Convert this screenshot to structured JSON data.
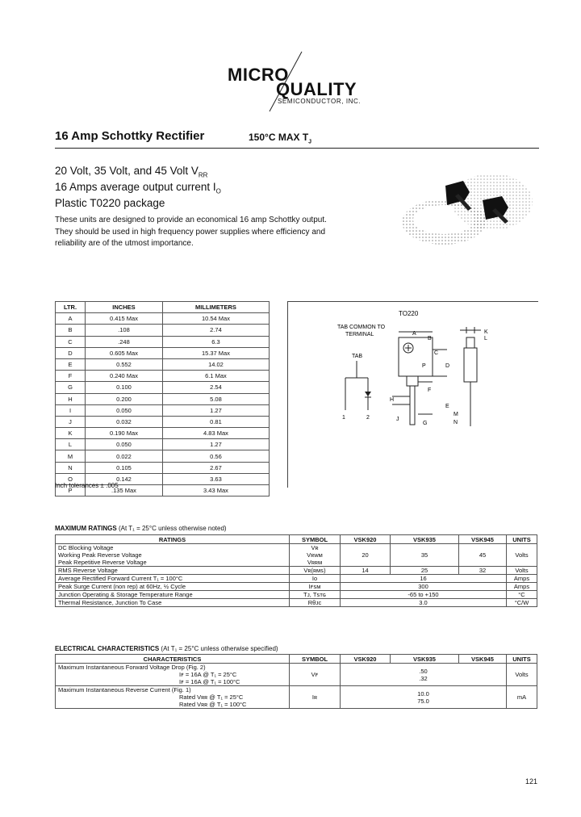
{
  "logo": {
    "line1": "MICRO",
    "line2": "QUALITY",
    "line3": "SEMICONDUCTOR, INC."
  },
  "title": "16 Amp Schottky Rectifier",
  "title_right": "150°C MAX T",
  "title_right_sub": "J",
  "features": [
    {
      "text": "20 Volt, 35 Volt, and 45 Volt V",
      "sub": "RR"
    },
    {
      "text": "16 Amps average output current I",
      "sub": "O"
    },
    {
      "text": "Plastic T0220 package",
      "sub": ""
    }
  ],
  "description": "These units are designed to provide an economical 16 amp Schottky output. They should be used in high frequency power supplies where efficiency and reliability are of the utmost importance.",
  "dim_table": {
    "headers": [
      "LTR.",
      "INCHES",
      "MILLIMETERS"
    ],
    "rows": [
      [
        "A",
        "0.415 Max",
        "10.54 Max"
      ],
      [
        "B",
        ".108",
        "2.74"
      ],
      [
        "C",
        ".248",
        "6.3"
      ],
      [
        "D",
        "0.605 Max",
        "15.37 Max"
      ],
      [
        "E",
        "0.552",
        "14.02"
      ],
      [
        "F",
        "0.240 Max",
        "6.1 Max"
      ],
      [
        "G",
        "0.100",
        "2.54"
      ],
      [
        "H",
        "0.200",
        "5.08"
      ],
      [
        "I",
        "0.050",
        "1.27"
      ],
      [
        "J",
        "0.032",
        "0.81"
      ],
      [
        "K",
        "0.190 Max",
        "4.83 Max"
      ],
      [
        "L",
        "0.050",
        "1.27"
      ],
      [
        "M",
        "0.022",
        "0.56"
      ],
      [
        "N",
        "0.105",
        "2.67"
      ],
      [
        "O",
        "0.142",
        "3.63"
      ],
      [
        "P",
        ".135 Max",
        "3.43 Max"
      ]
    ]
  },
  "tolerance": "Inch tolerances ± .005",
  "package": {
    "name": "TO220",
    "tab_label1": "TAB COMMON TO",
    "tab_label2": "TERMINAL",
    "tab": "TAB",
    "pin1": "1",
    "pin2": "2",
    "letters": [
      "A",
      "B",
      "C",
      "D",
      "E",
      "F",
      "G",
      "H",
      "J",
      "K",
      "L",
      "M",
      "N",
      "P"
    ]
  },
  "max_ratings": {
    "heading": "MAXIMUM RATINGS",
    "heading_note": "(At T₁ = 25°C unless otherwise noted)",
    "headers": [
      "RATINGS",
      "SYMBOL",
      "VSK920",
      "VSK935",
      "VSK945",
      "UNITS"
    ],
    "rows": [
      {
        "rating": "DC Blocking Voltage\nWorking Peak Reverse Voltage\nPeak Repetitive Reverse Voltage",
        "symbol": "Vʀ\nVʀᴡᴍ\nVʀʀᴍ",
        "vsk920": "20",
        "vsk935": "35",
        "vsk945": "45",
        "units": "Volts"
      },
      {
        "rating": "RMS Reverse Voltage",
        "symbol": "Vʀ(ʀᴍꜱ)",
        "vsk920": "14",
        "vsk935": "25",
        "vsk945": "32",
        "units": "Volts"
      },
      {
        "rating": "Average Rectified Forward Current T₁ = 100°C",
        "symbol": "Iᴏ",
        "span": "16",
        "units": "Amps"
      },
      {
        "rating": "Peak Surge Current (non rep) at 60Hz, ½ Cycle",
        "symbol": "Iꜰꜱᴍ",
        "span": "300",
        "units": "Amps"
      },
      {
        "rating": "Junction Operating & Storage Temperature Range",
        "symbol": "Tᴊ, Tꜱᴛɢ",
        "span": "-65 to +150",
        "units": "°C"
      },
      {
        "rating": "Thermal Resistance, Junction To Case",
        "symbol": "Rθᴊᴄ",
        "span": "3.0",
        "units": "°C/W"
      }
    ]
  },
  "elec": {
    "heading": "ELECTRICAL CHARACTERISTICS",
    "heading_note": "(At T₁ = 25°C unless otherwise specified)",
    "headers": [
      "CHARACTERISTICS",
      "SYMBOL",
      "VSK920",
      "VSK935",
      "VSK945",
      "UNITS"
    ],
    "rows": [
      {
        "char": "Maximum Instantaneous Forward Voltage Drop (Fig. 2)",
        "cond": "Iꜰ = 16A @ T₁ = 25°C\nIꜰ = 16A @ T₁ = 100°C",
        "symbol": "Vꜰ",
        "span": ".50\n.32",
        "units": "Volts"
      },
      {
        "char": "Maximum Instantaneous Reverse Current (Fig. 1)",
        "cond": "Rated Vʀʀ @ T₁ = 25°C\nRated Vʀʀ @ T₁ = 100°C",
        "symbol": "Iʀ",
        "span": "10.0\n75.0",
        "units": "mA"
      }
    ]
  },
  "page_number": "121"
}
